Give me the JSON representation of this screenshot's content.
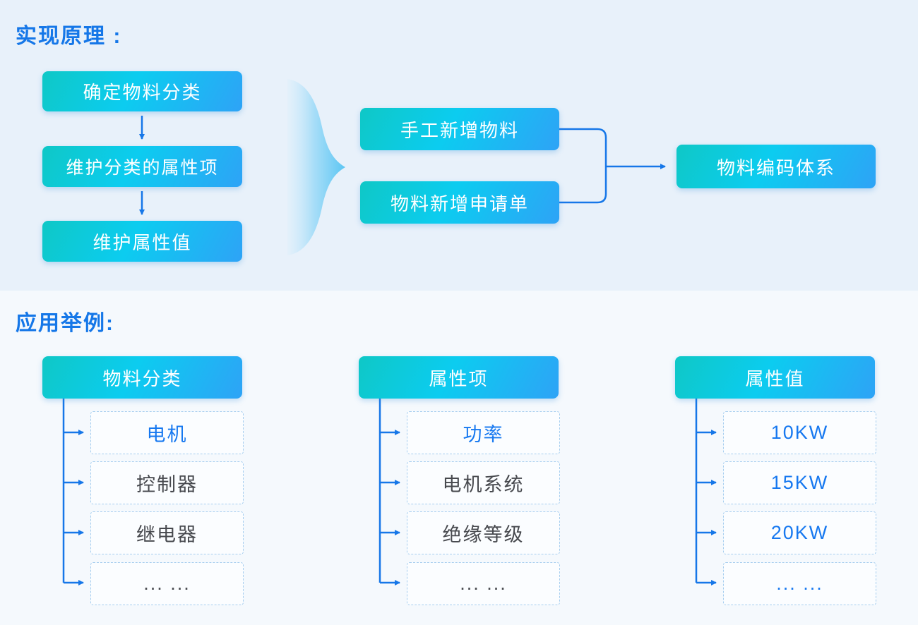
{
  "principle": {
    "title": "实现原理 :",
    "steps": [
      "确定物料分类",
      "维护分类的属性项",
      "维护属性值"
    ],
    "methods": [
      "手工新增物料",
      "物料新增申请单"
    ],
    "result": "物料编码体系"
  },
  "example": {
    "title": "应用举例:",
    "columns": [
      {
        "header": "物料分类",
        "items": [
          {
            "label": "电机",
            "highlighted": true
          },
          {
            "label": "控制器",
            "highlighted": false
          },
          {
            "label": "继电器",
            "highlighted": false
          },
          {
            "label": "... ...",
            "highlighted": false
          }
        ]
      },
      {
        "header": "属性项",
        "items": [
          {
            "label": "功率",
            "highlighted": true
          },
          {
            "label": "电机系统",
            "highlighted": false
          },
          {
            "label": "绝缘等级",
            "highlighted": false
          },
          {
            "label": "... ...",
            "highlighted": false
          }
        ]
      },
      {
        "header": "属性值",
        "items": [
          {
            "label": "10KW",
            "highlighted": true
          },
          {
            "label": "15KW",
            "highlighted": true
          },
          {
            "label": "20KW",
            "highlighted": true
          },
          {
            "label": "... ...",
            "highlighted": true
          }
        ]
      }
    ]
  },
  "colors": {
    "accent_blue": "#1677E8",
    "title_blue": "#1577E8",
    "gradient_start": "#0EC8C6",
    "gradient_mid": "#0CCCF0",
    "gradient_end": "#2EA3F6",
    "item_text_gray": "#47494E",
    "item_text_highlight": "#1678F0",
    "top_background": "#E8F1FA",
    "bottom_background": "#F5F9FD",
    "dashed_border": "#A5CDEF"
  }
}
